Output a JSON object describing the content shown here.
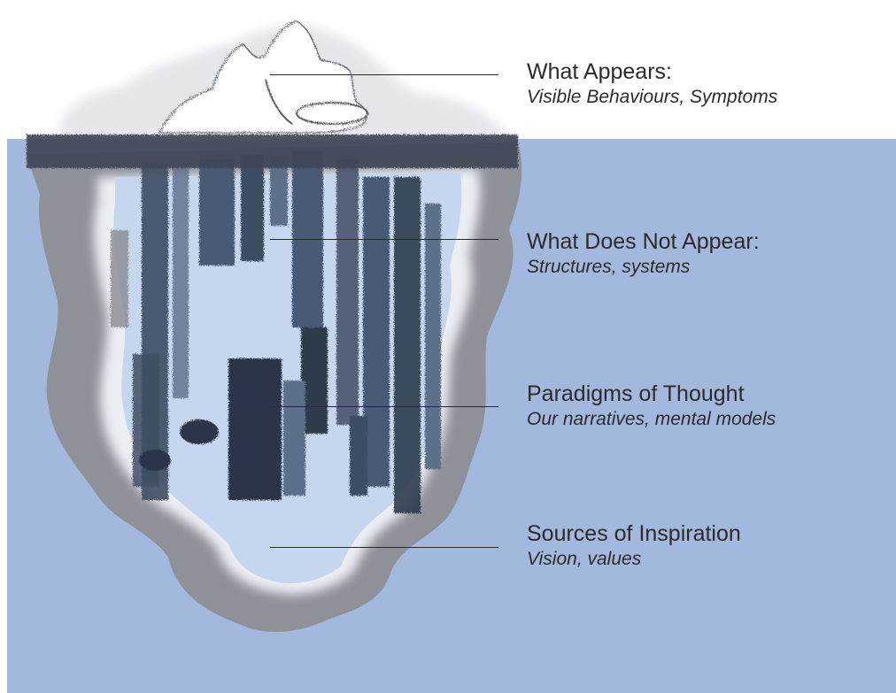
{
  "layers": [
    {
      "title": "What Appears:",
      "subtitle": "Visible Behaviours, Symptoms"
    },
    {
      "title": "What Does Not Appear:",
      "subtitle": "Structures, systems"
    },
    {
      "title": "Paradigms of Thought",
      "subtitle": "Our narratives, mental models"
    },
    {
      "title": "Sources of Inspiration",
      "subtitle": "Vision, values"
    }
  ],
  "colors": {
    "water": "#a3b8dd",
    "iceberg_outline": "#8f9198",
    "iceberg_glow": "#eeeff3",
    "iceberg_ice": "#c9d8f0",
    "brush_dark": "#3e4d63",
    "brush_mid": "#5d6f8a",
    "tip": "#ffffff"
  }
}
